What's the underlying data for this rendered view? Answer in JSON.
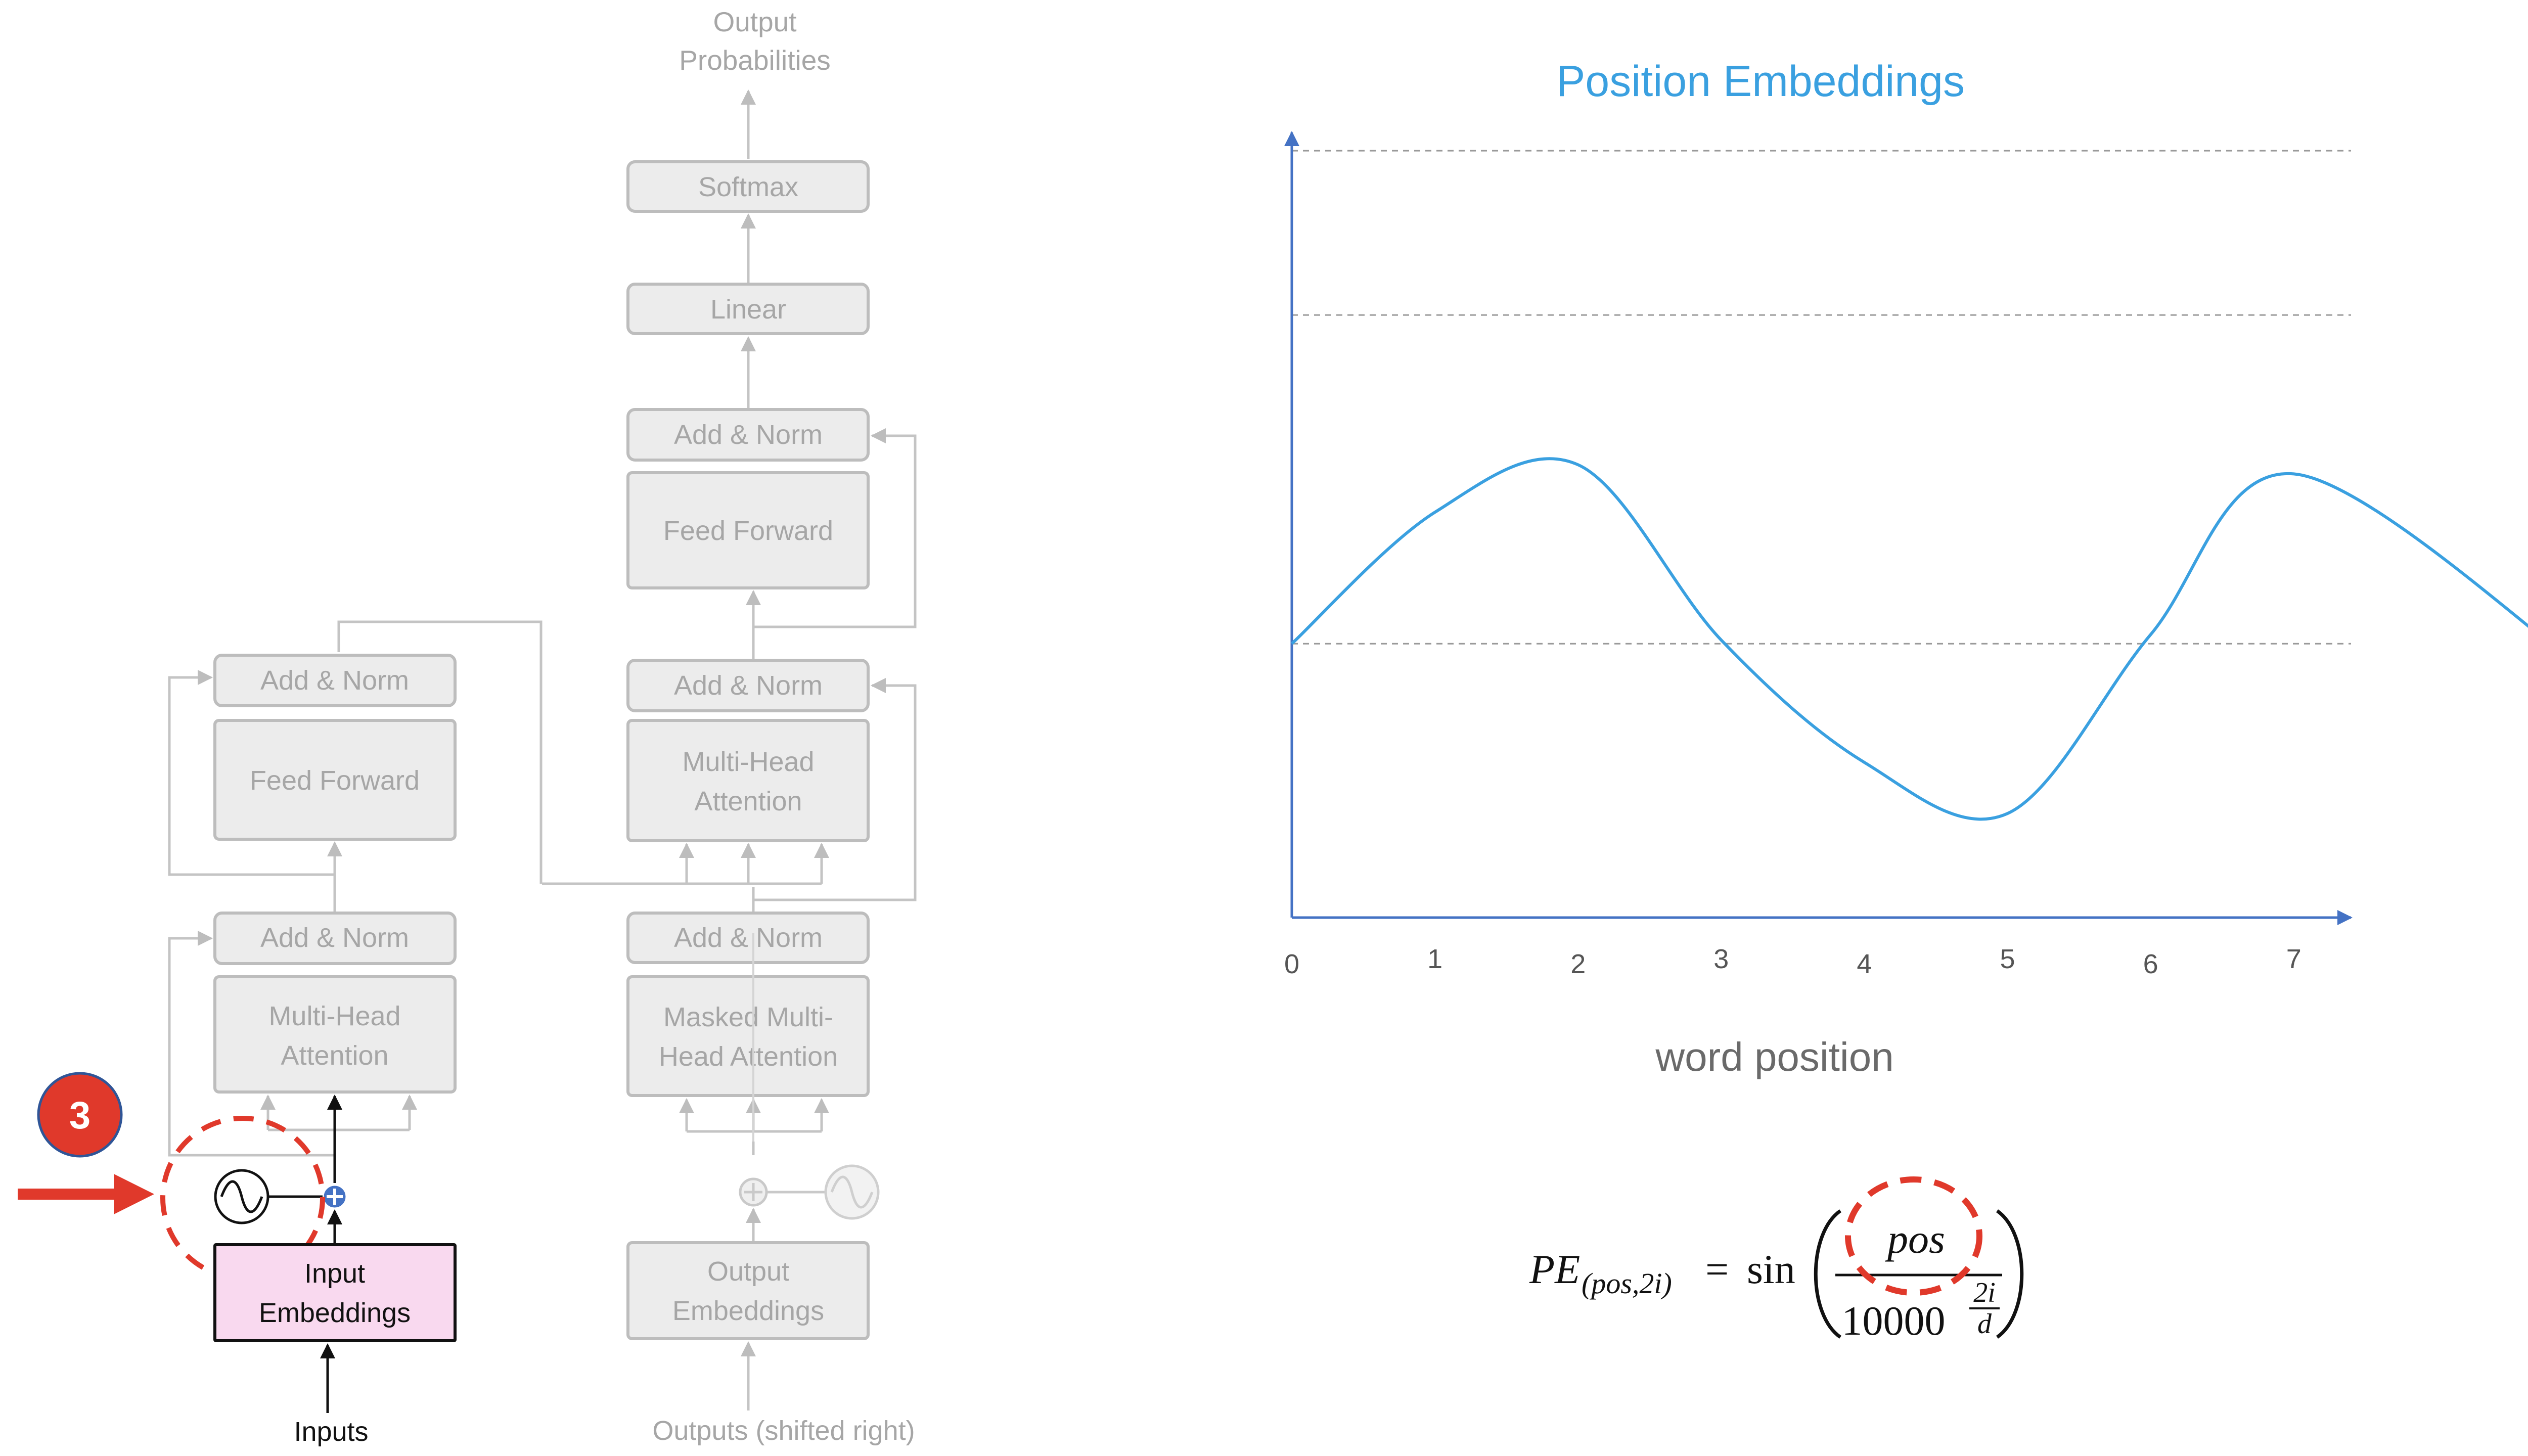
{
  "diagram": {
    "decoder": {
      "output_probabilities_line1": "Output",
      "output_probabilities_line2": "Probabilities",
      "softmax": "Softmax",
      "linear": "Linear",
      "add_norm_top": "Add & Norm",
      "feed_forward": "Feed Forward",
      "add_norm_mid": "Add & Norm",
      "mha_line1": "Multi-Head",
      "mha_line2": "Attention",
      "add_norm_bottom": "Add & Norm",
      "masked_line1": "Masked Multi-",
      "masked_line2": "Head Attention",
      "output_emb_line1": "Output",
      "output_emb_line2": "Embeddings",
      "outputs_label": "Outputs (shifted right)"
    },
    "encoder": {
      "add_norm_top": "Add & Norm",
      "feed_forward": "Feed Forward",
      "add_norm_bottom": "Add & Norm",
      "mha_line1": "Multi-Head",
      "mha_line2": "Attention",
      "input_emb_line1": "Input",
      "input_emb_line2": "Embeddings",
      "inputs_label": "Inputs"
    },
    "step_badge": "3"
  },
  "chart": {
    "title": "Position Embeddings",
    "xlabel": "word position",
    "x_ticks": [
      "0",
      "1",
      "2",
      "3",
      "4",
      "5",
      "6",
      "7"
    ],
    "colors": {
      "title": "#3aa0e0",
      "curve": "#3aa0e0",
      "axis": "#4472c4",
      "highlight": "#e0392b"
    }
  },
  "formula": {
    "lhs": "PE",
    "subscript": "(pos,2i)",
    "equals": "=",
    "func": "sin",
    "numerator": "pos",
    "denominator_base": "10000",
    "exp_num": "2i",
    "exp_den": "d"
  },
  "chart_data": {
    "type": "line",
    "title": "Position Embeddings",
    "xlabel": "word position",
    "ylabel": "",
    "x": [
      0,
      1,
      2,
      3,
      4,
      5,
      6,
      7
    ],
    "xlim": [
      0,
      7.4
    ],
    "series": [
      {
        "values": [
          0,
          0.72,
          0.98,
          0.02,
          -0.65,
          -0.93,
          0.05,
          0.93
        ]
      }
    ],
    "ylim": [
      -1.5,
      2.8
    ],
    "reference_lines_y": [
      0,
      1.8,
      2.7
    ],
    "grid": false
  }
}
